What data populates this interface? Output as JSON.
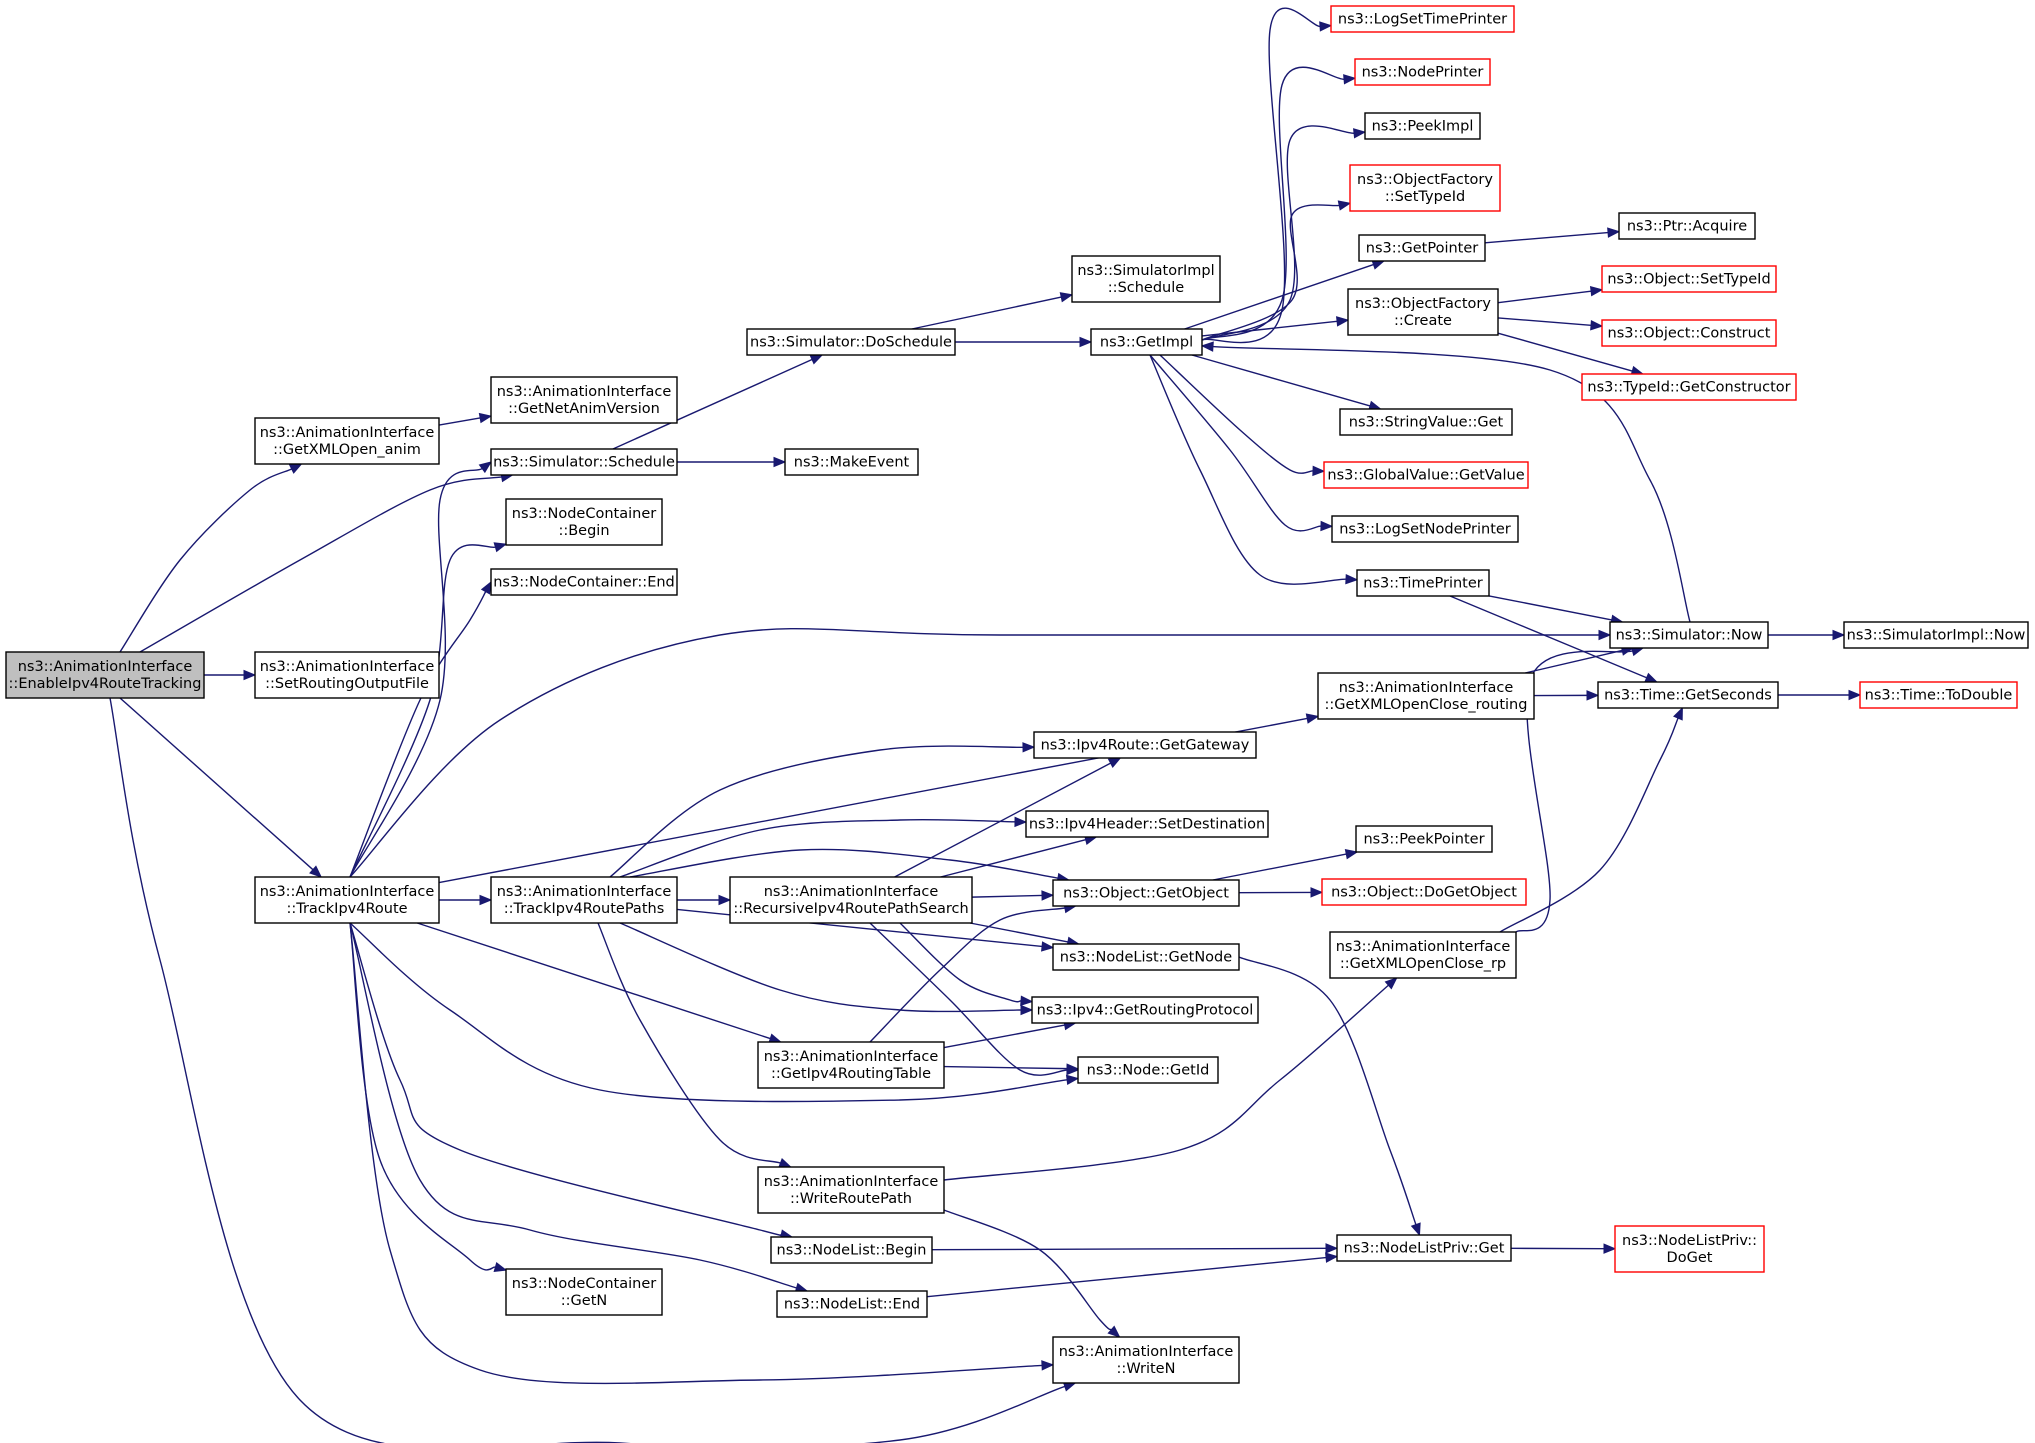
{
  "colors": {
    "edge": "#191970",
    "node_border": "#000000",
    "node_border_incomplete": "#ff0000",
    "node_fill": "#ffffff",
    "root_fill": "#bfbfbf",
    "text": "#000000"
  },
  "nodes": [
    {
      "id": "root",
      "lines": [
        "ns3::AnimationInterface",
        "::EnableIpv4RouteTracking"
      ],
      "style": "root"
    },
    {
      "id": "getxmlopen_anim",
      "lines": [
        "ns3::AnimationInterface",
        "::GetXMLOpen_anim"
      ],
      "style": "normal"
    },
    {
      "id": "setroutingoutputfile",
      "lines": [
        "ns3::AnimationInterface",
        "::SetRoutingOutputFile"
      ],
      "style": "normal"
    },
    {
      "id": "trackipv4route",
      "lines": [
        "ns3::AnimationInterface",
        "::TrackIpv4Route"
      ],
      "style": "normal"
    },
    {
      "id": "getnetanimversion",
      "lines": [
        "ns3::AnimationInterface",
        "::GetNetAnimVersion"
      ],
      "style": "normal"
    },
    {
      "id": "simulator_schedule",
      "lines": [
        "ns3::Simulator::Schedule"
      ],
      "style": "normal"
    },
    {
      "id": "nodecontainer_begin",
      "lines": [
        "ns3::NodeContainer",
        "::Begin"
      ],
      "style": "normal"
    },
    {
      "id": "nodecontainer_end",
      "lines": [
        "ns3::NodeContainer::End"
      ],
      "style": "normal"
    },
    {
      "id": "trackipv4routepaths",
      "lines": [
        "ns3::AnimationInterface",
        "::TrackIpv4RoutePaths"
      ],
      "style": "normal"
    },
    {
      "id": "nodecontainer_getn",
      "lines": [
        "ns3::NodeContainer",
        "::GetN"
      ],
      "style": "normal"
    },
    {
      "id": "simulator_doschedule",
      "lines": [
        "ns3::Simulator::DoSchedule"
      ],
      "style": "normal"
    },
    {
      "id": "makeevent",
      "lines": [
        "ns3::MakeEvent"
      ],
      "style": "normal"
    },
    {
      "id": "recursiveipv4routepathsearch",
      "lines": [
        "ns3::AnimationInterface",
        "::RecursiveIpv4RoutePathSearch"
      ],
      "style": "normal"
    },
    {
      "id": "getipv4routingtable",
      "lines": [
        "ns3::AnimationInterface",
        "::GetIpv4RoutingTable"
      ],
      "style": "normal"
    },
    {
      "id": "writeroutepath",
      "lines": [
        "ns3::AnimationInterface",
        "::WriteRoutePath"
      ],
      "style": "normal"
    },
    {
      "id": "nodelist_begin",
      "lines": [
        "ns3::NodeList::Begin"
      ],
      "style": "normal"
    },
    {
      "id": "nodelist_end",
      "lines": [
        "ns3::NodeList::End"
      ],
      "style": "normal"
    },
    {
      "id": "simulatorimpl_schedule",
      "lines": [
        "ns3::SimulatorImpl",
        "::Schedule"
      ],
      "style": "normal"
    },
    {
      "id": "getimpl",
      "lines": [
        "ns3::GetImpl"
      ],
      "style": "normal"
    },
    {
      "id": "ipv4route_getgateway",
      "lines": [
        "ns3::Ipv4Route::GetGateway"
      ],
      "style": "normal"
    },
    {
      "id": "ipv4header_setdestination",
      "lines": [
        "ns3::Ipv4Header::SetDestination"
      ],
      "style": "normal"
    },
    {
      "id": "object_getobject",
      "lines": [
        "ns3::Object::GetObject"
      ],
      "style": "normal"
    },
    {
      "id": "nodelist_getnode",
      "lines": [
        "ns3::NodeList::GetNode"
      ],
      "style": "normal"
    },
    {
      "id": "ipv4_getroutingprotocol",
      "lines": [
        "ns3::Ipv4::GetRoutingProtocol"
      ],
      "style": "normal"
    },
    {
      "id": "node_getid",
      "lines": [
        "ns3::Node::GetId"
      ],
      "style": "normal"
    },
    {
      "id": "writen",
      "lines": [
        "ns3::AnimationInterface",
        "::WriteN"
      ],
      "style": "normal"
    },
    {
      "id": "logsettimeprinter",
      "lines": [
        "ns3::LogSetTimePrinter"
      ],
      "style": "incomplete"
    },
    {
      "id": "nodeprinter",
      "lines": [
        "ns3::NodePrinter"
      ],
      "style": "incomplete"
    },
    {
      "id": "peekimpl",
      "lines": [
        "ns3::PeekImpl"
      ],
      "style": "normal"
    },
    {
      "id": "objectfactory_settypeid",
      "lines": [
        "ns3::ObjectFactory",
        "::SetTypeId"
      ],
      "style": "incomplete"
    },
    {
      "id": "getpointer",
      "lines": [
        "ns3::GetPointer"
      ],
      "style": "normal"
    },
    {
      "id": "objectfactory_create",
      "lines": [
        "ns3::ObjectFactory",
        "::Create"
      ],
      "style": "normal"
    },
    {
      "id": "stringvalue_get",
      "lines": [
        "ns3::StringValue::Get"
      ],
      "style": "normal"
    },
    {
      "id": "globalvalue_getvalue",
      "lines": [
        "ns3::GlobalValue::GetValue"
      ],
      "style": "incomplete"
    },
    {
      "id": "logsetnodeprinter",
      "lines": [
        "ns3::LogSetNodePrinter"
      ],
      "style": "normal"
    },
    {
      "id": "timeprinter",
      "lines": [
        "ns3::TimePrinter"
      ],
      "style": "normal"
    },
    {
      "id": "getxmlopenclose_routing",
      "lines": [
        "ns3::AnimationInterface",
        "::GetXMLOpenClose_routing"
      ],
      "style": "normal"
    },
    {
      "id": "peekpointer",
      "lines": [
        "ns3::PeekPointer"
      ],
      "style": "normal"
    },
    {
      "id": "object_dogetobject",
      "lines": [
        "ns3::Object::DoGetObject"
      ],
      "style": "incomplete"
    },
    {
      "id": "getxmlopenclose_rp",
      "lines": [
        "ns3::AnimationInterface",
        "::GetXMLOpenClose_rp"
      ],
      "style": "normal"
    },
    {
      "id": "nodelistpriv_get",
      "lines": [
        "ns3::NodeListPriv::Get"
      ],
      "style": "normal"
    },
    {
      "id": "ptr_acquire",
      "lines": [
        "ns3::Ptr::Acquire"
      ],
      "style": "normal"
    },
    {
      "id": "object_settypeid",
      "lines": [
        "ns3::Object::SetTypeId"
      ],
      "style": "incomplete"
    },
    {
      "id": "object_construct",
      "lines": [
        "ns3::Object::Construct"
      ],
      "style": "incomplete"
    },
    {
      "id": "typeid_getconstructor",
      "lines": [
        "ns3::TypeId::GetConstructor"
      ],
      "style": "incomplete"
    },
    {
      "id": "simulator_now",
      "lines": [
        "ns3::Simulator::Now"
      ],
      "style": "normal"
    },
    {
      "id": "time_getseconds",
      "lines": [
        "ns3::Time::GetSeconds"
      ],
      "style": "normal"
    },
    {
      "id": "nodelistpriv_doget",
      "lines": [
        "ns3::NodeListPriv::",
        "DoGet"
      ],
      "style": "incomplete"
    },
    {
      "id": "simulatorimpl_now",
      "lines": [
        "ns3::SimulatorImpl::Now"
      ],
      "style": "normal"
    },
    {
      "id": "time_todouble",
      "lines": [
        "ns3::Time::ToDouble"
      ],
      "style": "incomplete"
    }
  ],
  "edges": [
    {
      "from": "root",
      "to": "getxmlopen_anim"
    },
    {
      "from": "root",
      "to": "simulator_schedule"
    },
    {
      "from": "root",
      "to": "setroutingoutputfile"
    },
    {
      "from": "root",
      "to": "trackipv4route"
    },
    {
      "from": "root",
      "to": "writen"
    },
    {
      "from": "getxmlopen_anim",
      "to": "getnetanimversion"
    },
    {
      "from": "simulator_schedule",
      "to": "simulator_doschedule"
    },
    {
      "from": "simulator_schedule",
      "to": "makeevent"
    },
    {
      "from": "simulator_doschedule",
      "to": "simulatorimpl_schedule"
    },
    {
      "from": "simulator_doschedule",
      "to": "getimpl"
    },
    {
      "from": "getimpl",
      "to": "logsettimeprinter"
    },
    {
      "from": "getimpl",
      "to": "nodeprinter"
    },
    {
      "from": "getimpl",
      "to": "peekimpl"
    },
    {
      "from": "getimpl",
      "to": "objectfactory_settypeid"
    },
    {
      "from": "getimpl",
      "to": "getpointer"
    },
    {
      "from": "getimpl",
      "to": "objectfactory_create"
    },
    {
      "from": "getimpl",
      "to": "stringvalue_get"
    },
    {
      "from": "getimpl",
      "to": "globalvalue_getvalue"
    },
    {
      "from": "getimpl",
      "to": "logsetnodeprinter"
    },
    {
      "from": "getimpl",
      "to": "timeprinter"
    },
    {
      "from": "getpointer",
      "to": "ptr_acquire"
    },
    {
      "from": "objectfactory_create",
      "to": "object_settypeid"
    },
    {
      "from": "objectfactory_create",
      "to": "object_construct"
    },
    {
      "from": "objectfactory_create",
      "to": "typeid_getconstructor"
    },
    {
      "from": "timeprinter",
      "to": "simulator_now"
    },
    {
      "from": "timeprinter",
      "to": "time_getseconds"
    },
    {
      "from": "simulator_now",
      "to": "getimpl"
    },
    {
      "from": "simulator_now",
      "to": "simulatorimpl_now"
    },
    {
      "from": "time_getseconds",
      "to": "time_todouble"
    },
    {
      "from": "trackipv4route",
      "to": "simulator_schedule"
    },
    {
      "from": "trackipv4route",
      "to": "nodecontainer_begin"
    },
    {
      "from": "trackipv4route",
      "to": "nodecontainer_end"
    },
    {
      "from": "trackipv4route",
      "to": "simulator_now"
    },
    {
      "from": "trackipv4route",
      "to": "getxmlopenclose_routing"
    },
    {
      "from": "trackipv4route",
      "to": "trackipv4routepaths"
    },
    {
      "from": "trackipv4route",
      "to": "getipv4routingtable"
    },
    {
      "from": "trackipv4route",
      "to": "node_getid"
    },
    {
      "from": "trackipv4route",
      "to": "nodelist_begin"
    },
    {
      "from": "trackipv4route",
      "to": "nodecontainer_getn"
    },
    {
      "from": "trackipv4route",
      "to": "nodelist_end"
    },
    {
      "from": "trackipv4route",
      "to": "writen"
    },
    {
      "from": "getxmlopenclose_routing",
      "to": "simulator_now"
    },
    {
      "from": "getxmlopenclose_routing",
      "to": "time_getseconds"
    },
    {
      "from": "trackipv4routepaths",
      "to": "ipv4route_getgateway"
    },
    {
      "from": "trackipv4routepaths",
      "to": "ipv4header_setdestination"
    },
    {
      "from": "trackipv4routepaths",
      "to": "object_getobject"
    },
    {
      "from": "trackipv4routepaths",
      "to": "recursiveipv4routepathsearch"
    },
    {
      "from": "trackipv4routepaths",
      "to": "nodelist_getnode"
    },
    {
      "from": "trackipv4routepaths",
      "to": "ipv4_getroutingprotocol"
    },
    {
      "from": "trackipv4routepaths",
      "to": "writeroutepath"
    },
    {
      "from": "recursiveipv4routepathsearch",
      "to": "ipv4route_getgateway"
    },
    {
      "from": "recursiveipv4routepathsearch",
      "to": "ipv4header_setdestination"
    },
    {
      "from": "recursiveipv4routepathsearch",
      "to": "object_getobject"
    },
    {
      "from": "recursiveipv4routepathsearch",
      "to": "nodelist_getnode"
    },
    {
      "from": "recursiveipv4routepathsearch",
      "to": "ipv4_getroutingprotocol"
    },
    {
      "from": "recursiveipv4routepathsearch",
      "to": "node_getid"
    },
    {
      "from": "object_getobject",
      "to": "peekpointer"
    },
    {
      "from": "object_getobject",
      "to": "object_dogetobject"
    },
    {
      "from": "nodelist_getnode",
      "to": "nodelistpriv_get"
    },
    {
      "from": "getipv4routingtable",
      "to": "object_getobject"
    },
    {
      "from": "getipv4routingtable",
      "to": "ipv4_getroutingprotocol"
    },
    {
      "from": "getipv4routingtable",
      "to": "node_getid"
    },
    {
      "from": "writeroutepath",
      "to": "getxmlopenclose_rp"
    },
    {
      "from": "writeroutepath",
      "to": "writen"
    },
    {
      "from": "getxmlopenclose_rp",
      "to": "simulator_now"
    },
    {
      "from": "getxmlopenclose_rp",
      "to": "time_getseconds"
    },
    {
      "from": "nodelist_begin",
      "to": "nodelistpriv_get"
    },
    {
      "from": "nodelist_end",
      "to": "nodelistpriv_get"
    },
    {
      "from": "nodelistpriv_get",
      "to": "nodelistpriv_doget"
    }
  ]
}
